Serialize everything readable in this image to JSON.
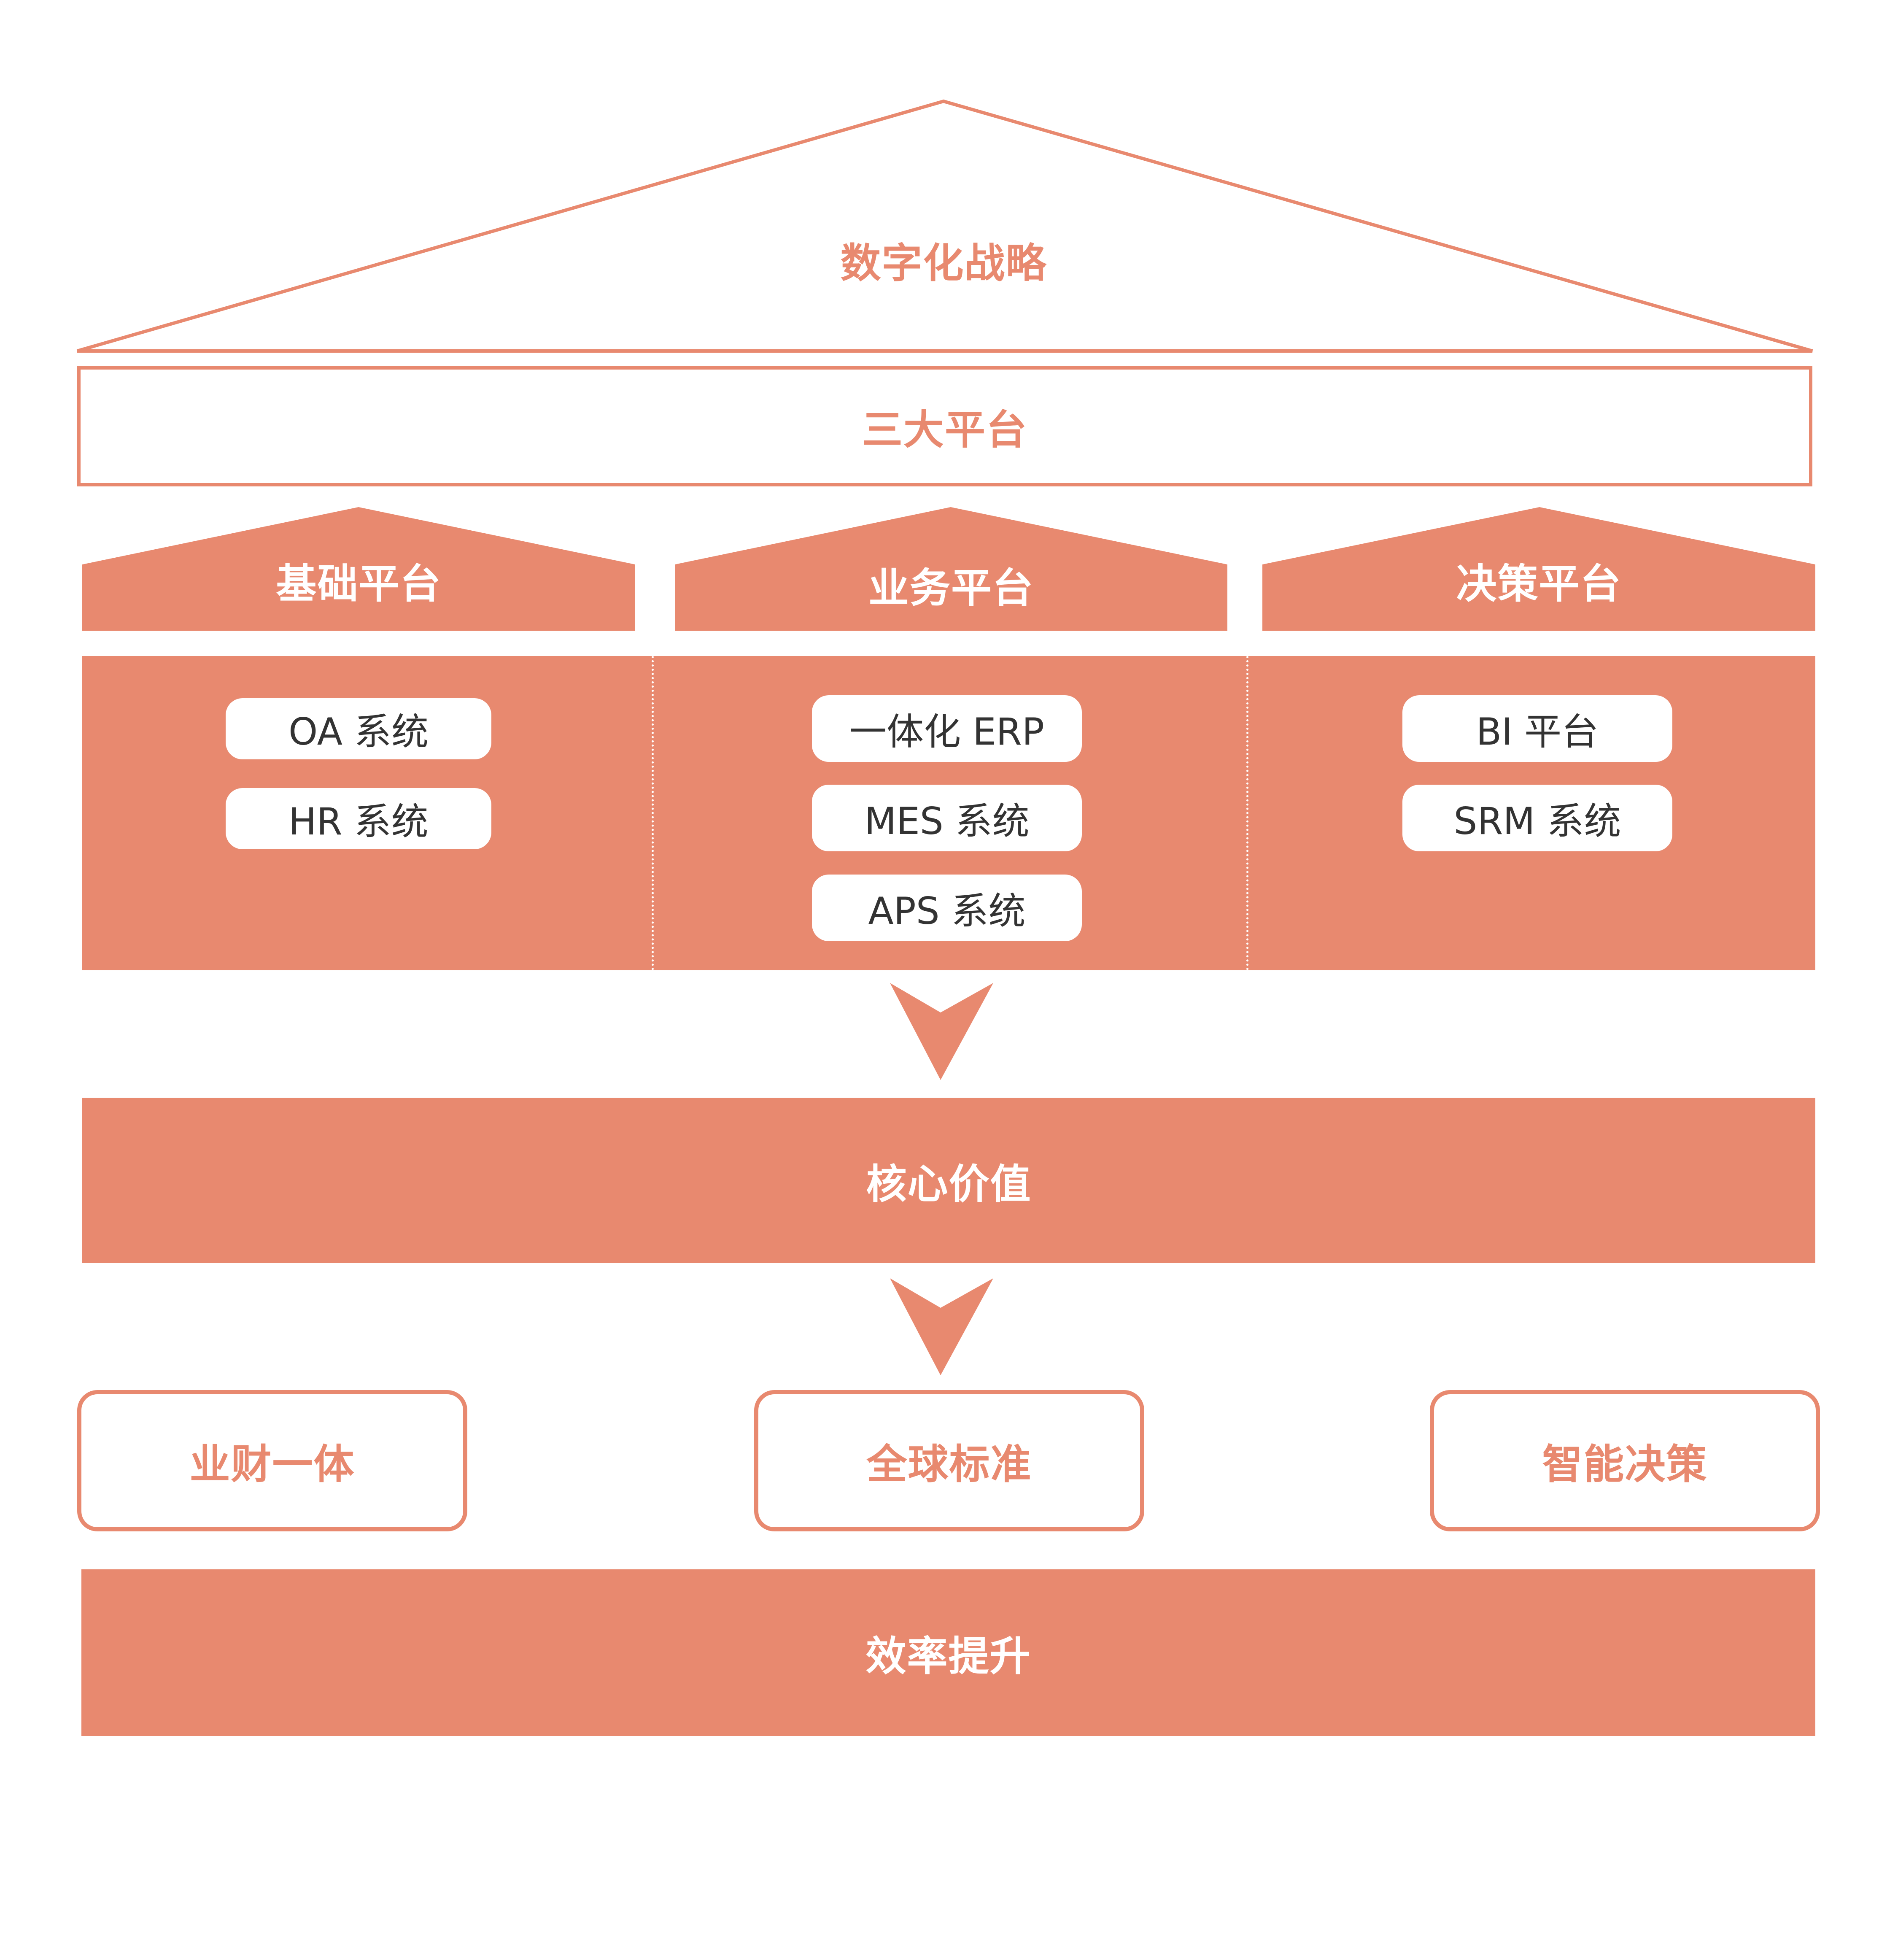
{
  "roof": {
    "title": "数字化战略"
  },
  "platform_bar": {
    "title": "三大平台"
  },
  "platforms": [
    {
      "title": "基础平台",
      "systems": [
        "OA 系统",
        "HR 系统"
      ]
    },
    {
      "title": "业务平台",
      "systems": [
        "一体化 ERP",
        "MES 系统",
        "APS 系统"
      ]
    },
    {
      "title": "决策平台",
      "systems": [
        "BI 平台",
        "SRM 系统"
      ]
    }
  ],
  "core_value": {
    "title": "核心价值"
  },
  "values": [
    {
      "title": "业财一体"
    },
    {
      "title": "全球标准"
    },
    {
      "title": "智能决策"
    }
  ],
  "efficiency": {
    "title": "效率提升"
  },
  "colors": {
    "accent": "#e8896f",
    "pill_text": "#333333",
    "background": "#ffffff"
  }
}
